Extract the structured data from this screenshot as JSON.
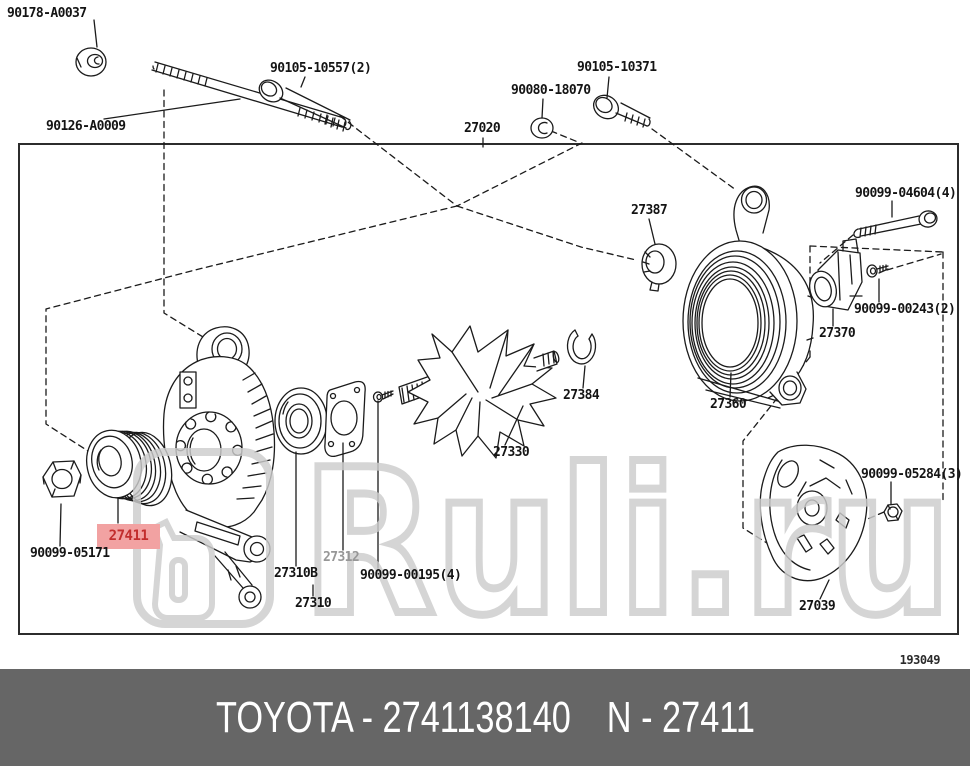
{
  "watermark": {
    "text": "Ruli.ru",
    "badge_icon": "oil-jug-icon"
  },
  "footer": {
    "catalog_ref": "TOYOTA - 2741138140",
    "number_ref": "N - 27411"
  },
  "diagram": {
    "code": "193049",
    "highlighted_part": "27411",
    "labels": [
      {
        "text": "90178-A0037"
      },
      {
        "text": "90126-A0009"
      },
      {
        "text": "90105-10557(2)"
      },
      {
        "text": "90080-18070"
      },
      {
        "text": "90105-10371"
      },
      {
        "text": "27020"
      },
      {
        "text": "27387"
      },
      {
        "text": "90099-04604(4)"
      },
      {
        "text": "90099-00243(2)"
      },
      {
        "text": "27370"
      },
      {
        "text": "27360"
      },
      {
        "text": "27384"
      },
      {
        "text": "27330"
      },
      {
        "text": "27310B"
      },
      {
        "text": "27312"
      },
      {
        "text": "90099-00195(4)"
      },
      {
        "text": "27310"
      },
      {
        "text": "27411"
      },
      {
        "text": "90099-05171"
      },
      {
        "text": "27039"
      },
      {
        "text": "90099-05284(3)"
      }
    ]
  }
}
